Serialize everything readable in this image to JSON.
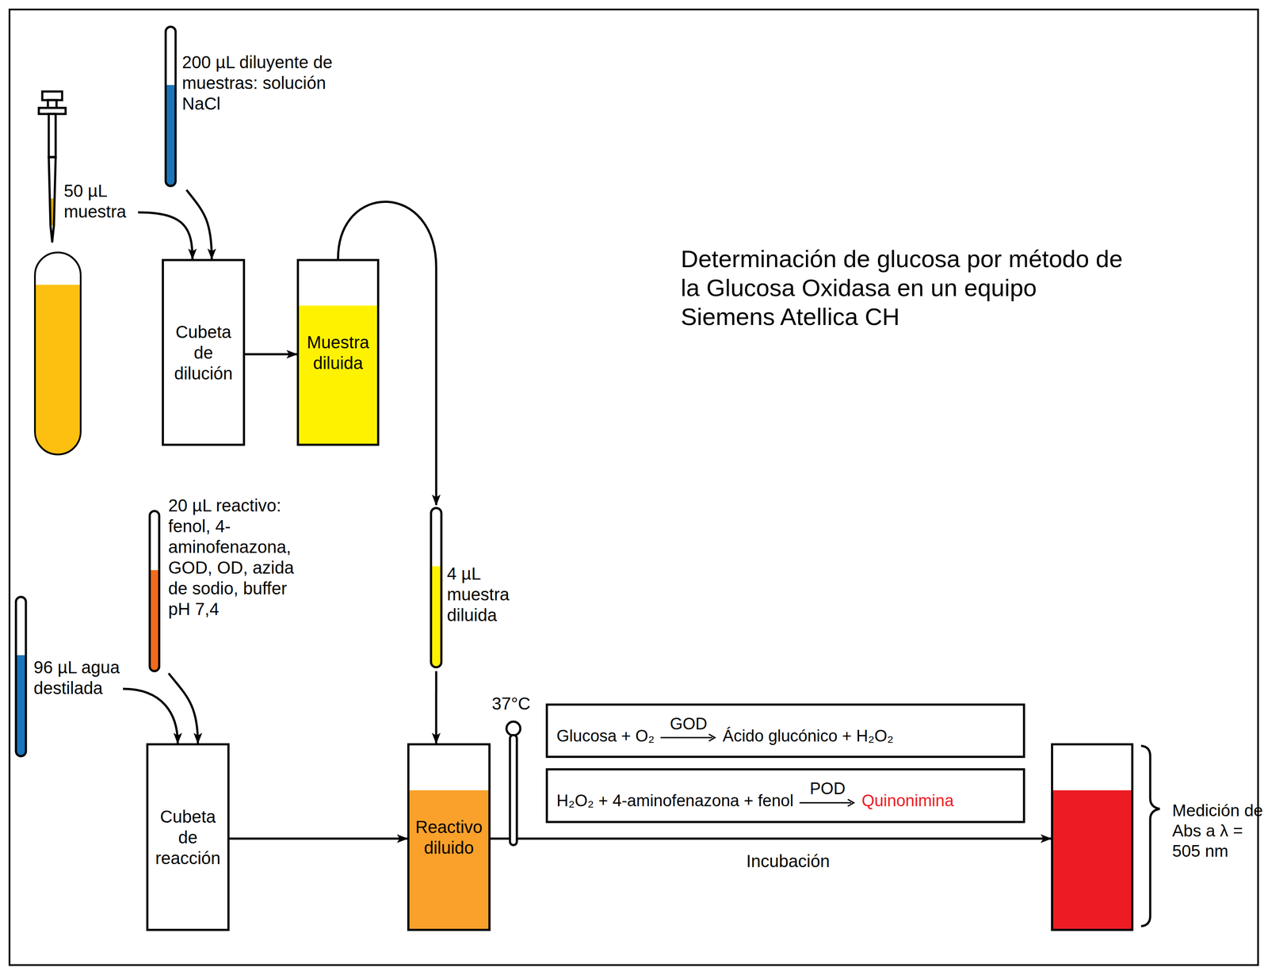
{
  "diagram": {
    "title": "Determinación de glucosa por método de la Glucosa Oxidasa en un equipo Siemens Atellica CH",
    "nodes": [
      {
        "text": [
          "50 µL muestra"
        ]
      },
      {
        "text": [
          "200 µL diluyente de muestras: solución NaCl"
        ]
      },
      {
        "text": [
          "Cubeta de dilución"
        ]
      },
      {
        "text": [
          "Muestra diluida"
        ]
      },
      {
        "text": [
          "4 µL muestra diluida"
        ]
      },
      {
        "text": [
          "20 µL reactivo: fenol, 4-aminofenazona, GOD, OD, azida de sodio, buffer pH 7,4"
        ]
      },
      {
        "text": [
          "96 µL agua destilada"
        ]
      },
      {
        "text": [
          "Cubeta de reacción"
        ]
      },
      {
        "text": [
          "Reactivo diluido"
        ]
      },
      {
        "text": [
          "Glucosa + O₂",
          "GOD",
          "Ácido glucónico + H₂O₂"
        ]
      },
      {
        "text": [
          "H₂O₂ + 4-aminofenazona + fenol",
          "POD",
          "Quinonimina"
        ]
      },
      {
        "text": [
          "Medición de Abs a λ = 505 nm"
        ]
      }
    ],
    "edges": [
      {
        "from": 0,
        "to": 2,
        "arrow": "to"
      },
      {
        "from": 1,
        "to": 2,
        "arrow": "to"
      },
      {
        "from": 2,
        "to": 3,
        "arrow": "to"
      },
      {
        "from": 3,
        "to": 4,
        "arrow": "to"
      },
      {
        "from": 4,
        "to": 8,
        "arrow": "to"
      },
      {
        "from": 6,
        "to": 7,
        "arrow": "to"
      },
      {
        "from": 5,
        "to": 7,
        "arrow": "to"
      },
      {
        "from": 7,
        "to": 8,
        "arrow": "to"
      },
      {
        "from": 8,
        "to": 11,
        "label": "Incubación",
        "arrow": "to"
      }
    ],
    "labels": [
      "37°C"
    ]
  }
}
